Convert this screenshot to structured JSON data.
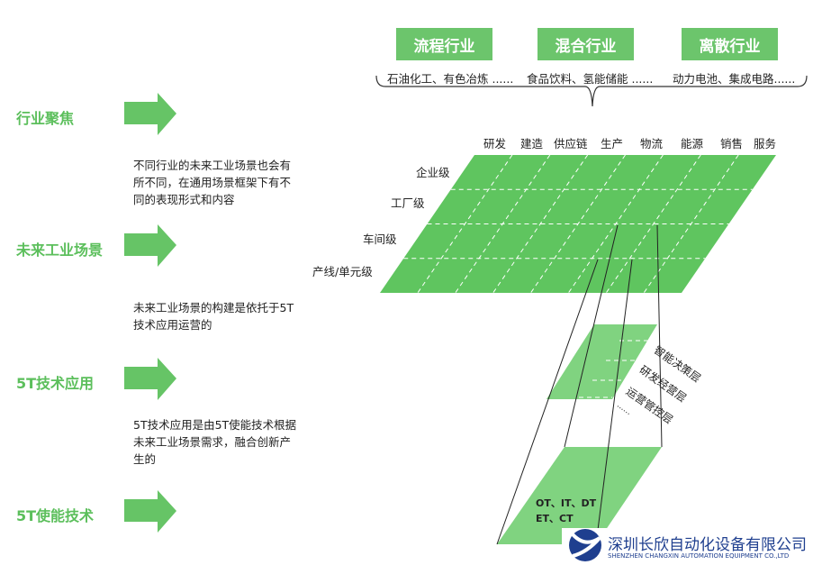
{
  "left": {
    "stages": [
      {
        "label": "行业聚焦"
      },
      {
        "label": "未来工业场景"
      },
      {
        "label": "5T技术应用"
      },
      {
        "label": "5T使能技术"
      }
    ],
    "descriptions": [
      "不同行业的未来工业场景也会有所不同，在通用场景框架下有不同的表现形式和内容",
      "未来工业场景的构建是依托于5T技术应用运营的",
      "5T技术应用是由5T使能技术根据未来工业场景需求，融合创新产生的"
    ]
  },
  "industries": [
    {
      "label": "流程行业",
      "examples": "石油化工、有色冶炼 ......"
    },
    {
      "label": "混合行业",
      "examples": "食品饮料、氢能储能 ......"
    },
    {
      "label": "离散行业",
      "examples": "动力电池、集成电路......"
    }
  ],
  "functions": [
    "研发",
    "建造",
    "供应链",
    "生产",
    "物流",
    "能源",
    "销售",
    "服务"
  ],
  "levels": [
    "企业级",
    "工厂级",
    "车间级",
    "产线/单元级"
  ],
  "app_layers": [
    "智能决策层",
    "研发经营层",
    "运营管控层",
    "......"
  ],
  "enabling_tech": [
    "OT、IT、DT",
    "ET、CT"
  ],
  "logo": {
    "name_cn": "深圳长欣自动化设备有限公司",
    "name_en": "SHENZHEN CHANGXIN AUTOMATION EQUIPMENT CO.,LTD"
  },
  "colors": {
    "green": "#5fc55f",
    "light_green": "#80d380",
    "label_green": "#5cbf5c",
    "logo_blue": "#1f3f8f"
  }
}
